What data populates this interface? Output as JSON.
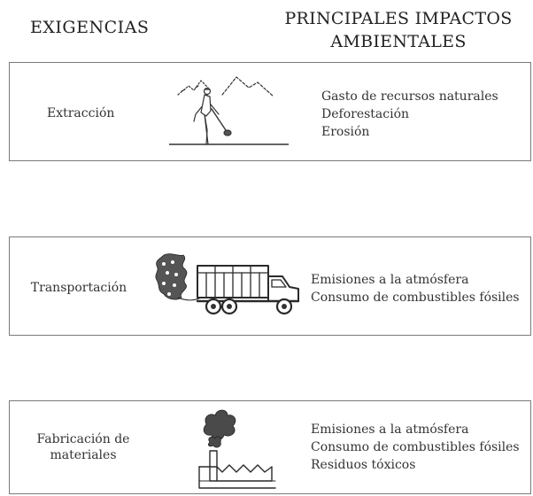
{
  "header": {
    "left": "EXIGENCIAS",
    "right_line1": "PRINCIPALES IMPACTOS",
    "right_line2": "AMBIENTALES"
  },
  "rows": [
    {
      "requirement": "Extracción",
      "icon": "miner-with-shovel-icon",
      "impacts": [
        "Gasto de recursos naturales",
        "Deforestación",
        "Erosión"
      ]
    },
    {
      "requirement": "Transportación",
      "icon": "truck-with-exhaust-icon",
      "impacts": [
        "Emisiones a la atmósfera",
        "Consumo de combustibles fósiles"
      ]
    },
    {
      "requirement_line1": "Fabricación de",
      "requirement_line2": "materiales",
      "icon": "factory-with-smoke-icon",
      "impacts": [
        "Emisiones a la atmósfera",
        "Consumo de combustibles fósiles",
        "Residuos tóxicos"
      ]
    }
  ]
}
